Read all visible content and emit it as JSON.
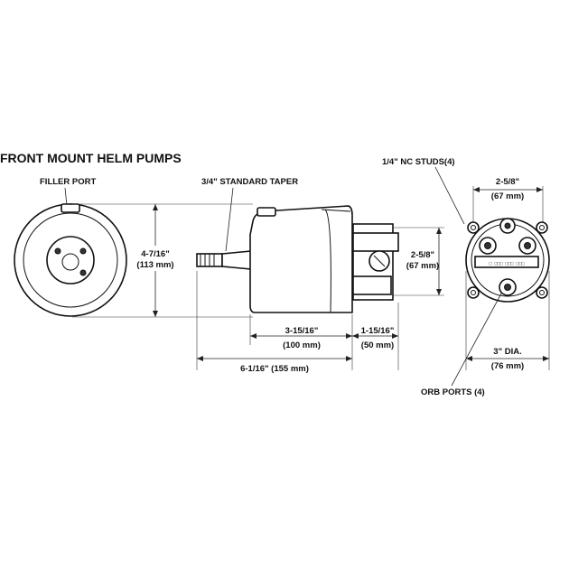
{
  "title": "FRONT MOUNT HELM PUMPS",
  "labels": {
    "filler_port": "FILLER PORT",
    "taper": "3/4\" STANDARD TAPER",
    "studs": "1/4\" NC STUDS(4)",
    "orb_ports": "ORB PORTS (4)"
  },
  "dimensions": {
    "height_in": "4-7/16\"",
    "height_mm": "(113 mm)",
    "body_len_in": "3-15/16\"",
    "body_len_mm": "(100 mm)",
    "rear_len_in": "1-15/16\"",
    "rear_len_mm": "(50 mm)",
    "overall_len": "6-1/16\" (155 mm)",
    "port_gap_in": "2-5/8\"",
    "port_gap_mm": "(67 mm)",
    "stud_gap_in": "2-5/8\"",
    "stud_gap_mm": "(67 mm)",
    "dia_in": "3\" DIA.",
    "dia_mm": "(76 mm)"
  },
  "plate_text": "□ □□□ □□□ □□□"
}
